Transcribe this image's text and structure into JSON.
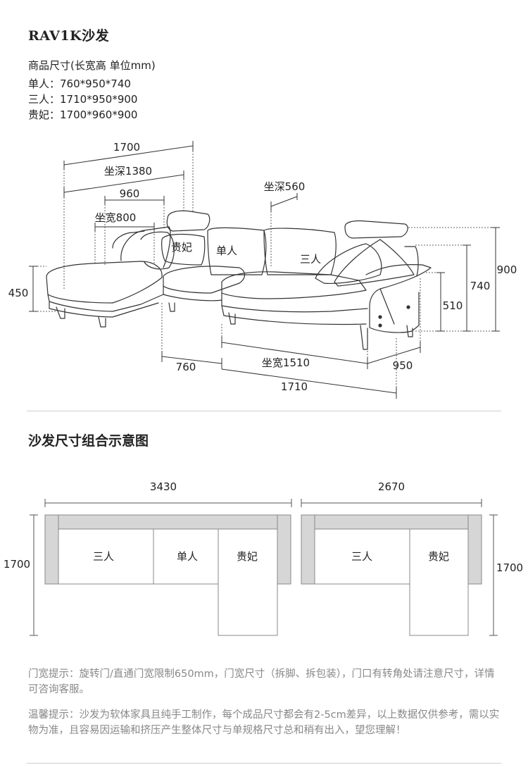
{
  "product": {
    "title": "RAV1K沙发",
    "size_heading": "商品尺寸(长宽高 单位mm)",
    "specs": [
      {
        "label": "单人：",
        "value": "760*950*740"
      },
      {
        "label": "三人：",
        "value": "1710*950*900"
      },
      {
        "label": "贵妃：",
        "value": "1700*960*900"
      }
    ]
  },
  "side_view": {
    "dims": {
      "d1700": "1700",
      "seat_depth_1380": "坐深1380",
      "d960": "960",
      "seat_width_800": "坐宽800",
      "seat_depth_560": "坐深560",
      "d450": "450",
      "d900": "900",
      "d740": "740",
      "d510": "510",
      "d760": "760",
      "seat_width_1510": "坐宽1510",
      "d950": "950",
      "d1710": "1710"
    },
    "labels": {
      "guifei": "贵妃",
      "danren": "单人",
      "sanren": "三人"
    }
  },
  "combo": {
    "heading": "沙发尺寸组合示意图",
    "left": {
      "width": "3430",
      "height": "1700",
      "modules": [
        "三人",
        "单人",
        "贵妃"
      ]
    },
    "right": {
      "width": "2670",
      "height": "1700",
      "modules": [
        "三人",
        "贵妃"
      ]
    }
  },
  "notes": {
    "door": "门宽提示：旋转门/直通门宽限制650mm，门宽尺寸（拆脚、拆包装），门口有转角处请注意尺寸，详情可咨询客服。",
    "warm": "温馨提示：沙发为软体家具且纯手工制作，每个成品尺寸都会有2-5cm差异，以上数据仅供参考，需以实物为准，且容易因运输和挤压产生整体尺寸与单规格尺寸总和稍有出入，望您理解！"
  },
  "colors": {
    "line": "#333333",
    "frame_gray": "#d6d6d6",
    "note_text": "#888888"
  }
}
